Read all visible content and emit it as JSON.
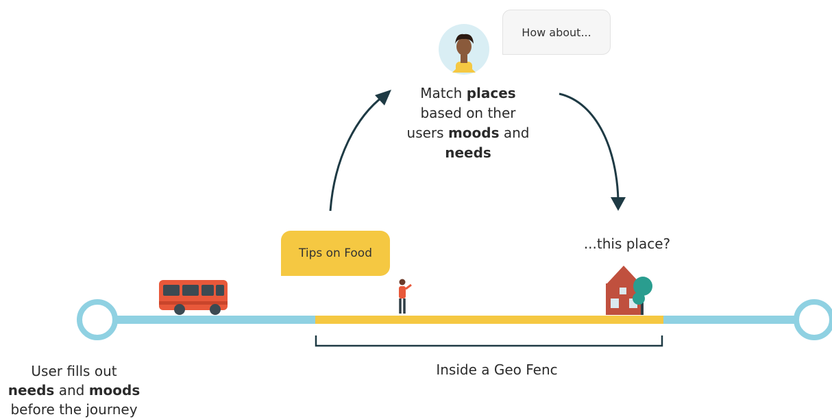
{
  "agent_bubble": {
    "text": "How about..."
  },
  "match_text": {
    "line1_pre": "Match ",
    "line1_bold": "places",
    "line2": "based on ther",
    "line3_pre": "users ",
    "line3_bold": "moods",
    "line3_post": " and",
    "line4_bold": "needs"
  },
  "tips_bubble": {
    "text": "Tips on Food"
  },
  "this_place": {
    "text": "...this place?"
  },
  "user_text": {
    "line1": "User fills out",
    "line2_bold_a": "needs",
    "line2_mid": " and ",
    "line2_bold_b": "moods",
    "line3": "before the journey"
  },
  "geo_fence": {
    "text": "Inside a Geo Fenc"
  },
  "colors": {
    "track_blue": "#8fd1e2",
    "track_yellow": "#f5c842",
    "arrow": "#1e3a44",
    "bus": "#e8583a",
    "house": "#c0503e",
    "tree": "#2a9d8f"
  }
}
